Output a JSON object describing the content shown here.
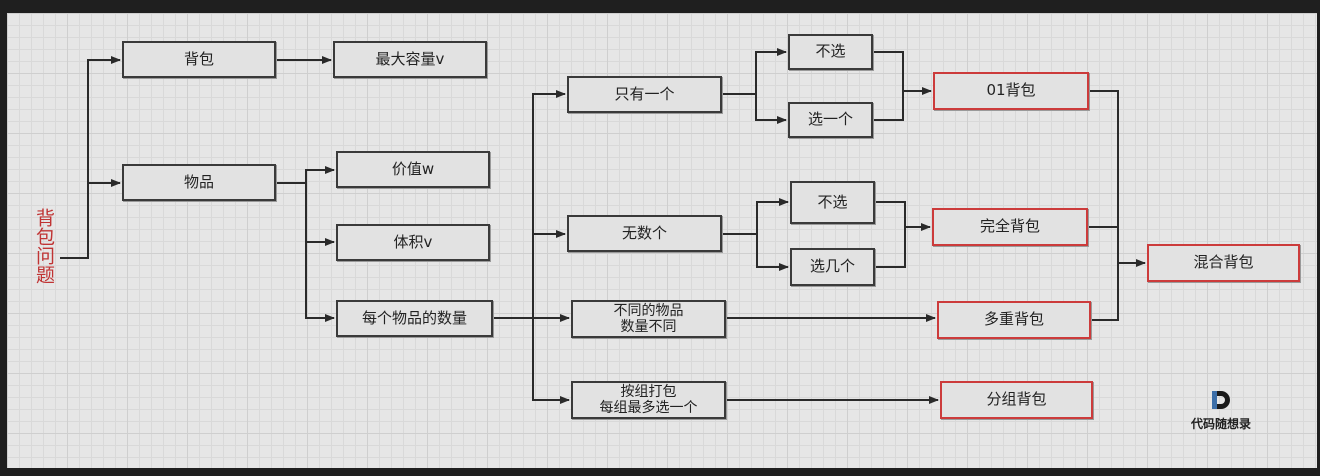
{
  "diagram": {
    "root": "背包问题",
    "nodes": {
      "beibao": "背包",
      "max_capacity": "最大容量v",
      "wupin": "物品",
      "value": "价值w",
      "volume": "体积v",
      "item_count": "每个物品的数量",
      "only_one": "只有一个",
      "unlimited": "无数个",
      "different_items": "不同的物品\n数量不同",
      "grouped": "按组打包\n每组最多选一个",
      "not_choose_1": "不选",
      "choose_one": "选一个",
      "not_choose_2": "不选",
      "choose_several": "选几个",
      "knapsack_01": "01背包",
      "complete_knapsack": "完全背包",
      "multiple_knapsack": "多重背包",
      "group_knapsack": "分组背包",
      "mixed_knapsack": "混合背包"
    },
    "edges": [
      [
        "root",
        "beibao"
      ],
      [
        "root",
        "wupin"
      ],
      [
        "beibao",
        "max_capacity"
      ],
      [
        "wupin",
        "value"
      ],
      [
        "wupin",
        "volume"
      ],
      [
        "wupin",
        "item_count"
      ],
      [
        "item_count",
        "only_one"
      ],
      [
        "item_count",
        "unlimited"
      ],
      [
        "item_count",
        "different_items"
      ],
      [
        "item_count",
        "grouped"
      ],
      [
        "only_one",
        "not_choose_1"
      ],
      [
        "only_one",
        "choose_one"
      ],
      [
        "not_choose_1",
        "knapsack_01"
      ],
      [
        "choose_one",
        "knapsack_01"
      ],
      [
        "unlimited",
        "not_choose_2"
      ],
      [
        "unlimited",
        "choose_several"
      ],
      [
        "not_choose_2",
        "complete_knapsack"
      ],
      [
        "choose_several",
        "complete_knapsack"
      ],
      [
        "different_items",
        "multiple_knapsack"
      ],
      [
        "grouped",
        "group_knapsack"
      ],
      [
        "knapsack_01",
        "mixed_knapsack"
      ],
      [
        "complete_knapsack",
        "mixed_knapsack"
      ],
      [
        "multiple_knapsack",
        "mixed_knapsack"
      ]
    ],
    "colors": {
      "root_text": "#c03434",
      "result_border": "#cc3b3b",
      "node_border": "#3a3a3a",
      "line": "#2a2a2a"
    }
  },
  "logo": {
    "text": "代码随想录",
    "mark": "D"
  }
}
